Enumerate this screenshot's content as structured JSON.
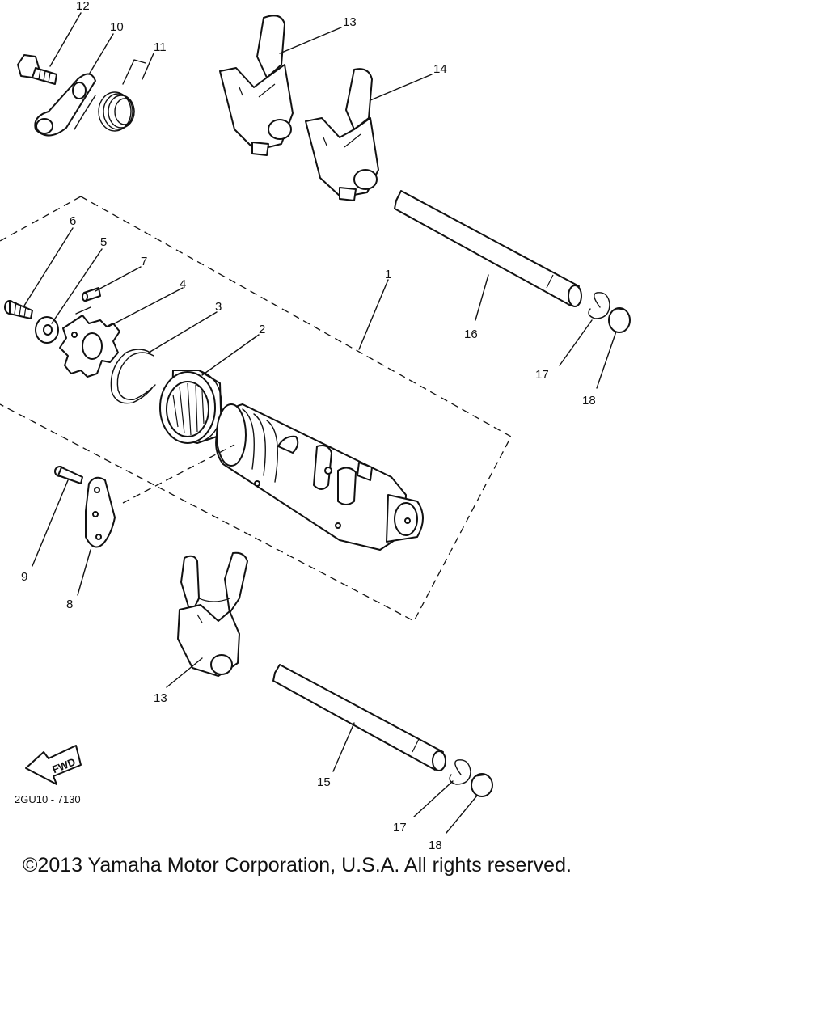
{
  "diagram": {
    "callouts": [
      {
        "id": "c1",
        "label": "1"
      },
      {
        "id": "c2",
        "label": "2"
      },
      {
        "id": "c3",
        "label": "3"
      },
      {
        "id": "c4",
        "label": "4"
      },
      {
        "id": "c5",
        "label": "5"
      },
      {
        "id": "c6",
        "label": "6"
      },
      {
        "id": "c7",
        "label": "7"
      },
      {
        "id": "c8",
        "label": "8"
      },
      {
        "id": "c9",
        "label": "9"
      },
      {
        "id": "c10",
        "label": "10"
      },
      {
        "id": "c11",
        "label": "11"
      },
      {
        "id": "c12",
        "label": "12"
      },
      {
        "id": "c13a",
        "label": "13"
      },
      {
        "id": "c13b",
        "label": "13"
      },
      {
        "id": "c14",
        "label": "14"
      },
      {
        "id": "c15",
        "label": "15"
      },
      {
        "id": "c16",
        "label": "16"
      },
      {
        "id": "c17a",
        "label": "17"
      },
      {
        "id": "c17b",
        "label": "17"
      },
      {
        "id": "c18a",
        "label": "18"
      },
      {
        "id": "c18b",
        "label": "18"
      }
    ],
    "fwd_label": "FWD",
    "drawing_code": "2GU10 - 7130",
    "copyright": "©2013 Yamaha Motor Corporation, U.S.A. All rights reserved."
  }
}
